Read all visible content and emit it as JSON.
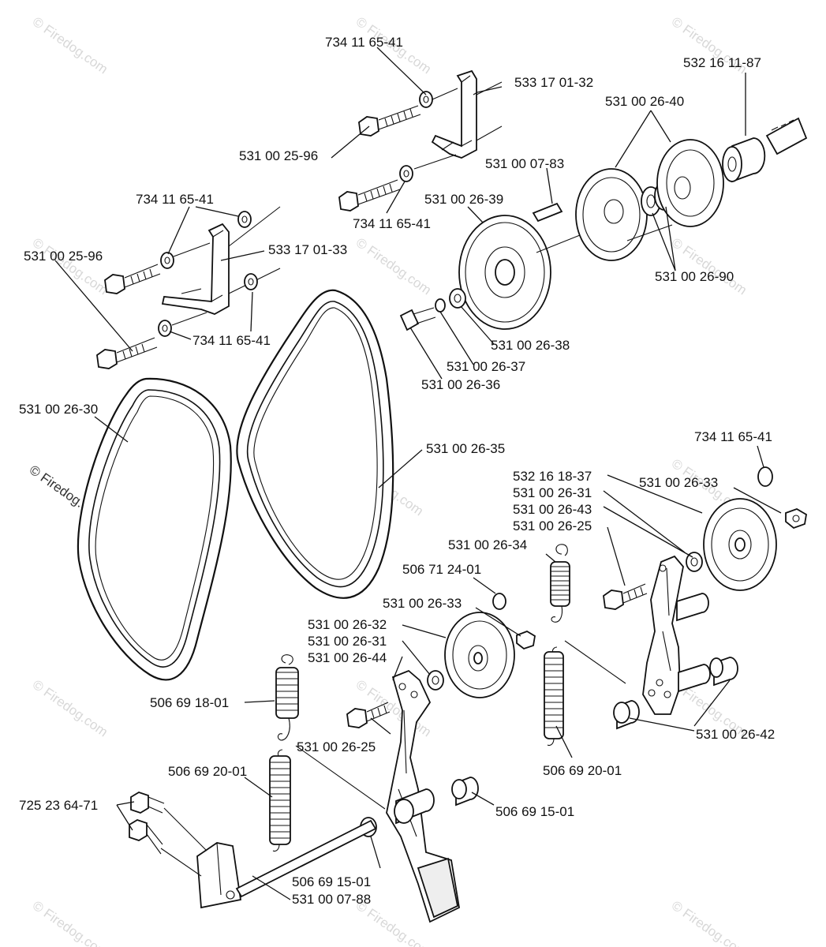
{
  "watermark": "© Firedog.com",
  "labels": {
    "l01": "734 11 65-41",
    "l02": "533 17 01-32",
    "l03": "532 16 11-87",
    "l04": "531 00 26-40",
    "l05": "531 00 25-96",
    "l06": "531 00 07-83",
    "l07": "734 11 65-41",
    "l08": "531 00 26-39",
    "l09": "734 11 65-41",
    "l10": "531 00 25-96",
    "l11": "533 17 01-33",
    "l12": "531 00 26-90",
    "l13": "531 00 26-38",
    "l14": "734 11 65-41",
    "l15": "531 00 26-37",
    "l16": "531 00 26-36",
    "l17": "531 00 26-30",
    "l18": "531 00 26-35",
    "l19": "734 11 65-41",
    "l20": "532 16 18-37",
    "l21": "531 00 26-33",
    "l22": "531 00 26-31",
    "l23": "531 00 26-43",
    "l24": "531 00 26-25",
    "l25": "531 00 26-34",
    "l26": "506 71 24-01",
    "l27": "531 00 26-33",
    "l28": "531 00 26-32",
    "l29": "531 00 26-31",
    "l30": "531 00 26-44",
    "l31": "506 69 18-01",
    "l32": "531 00 26-42",
    "l33": "531 00 26-25",
    "l34": "506 69 20-01",
    "l35": "506 69 20-01",
    "l36": "725 23 64-71",
    "l37": "506 69 15-01",
    "l38": "506 69 15-01",
    "l39": "531 00 07-88"
  }
}
